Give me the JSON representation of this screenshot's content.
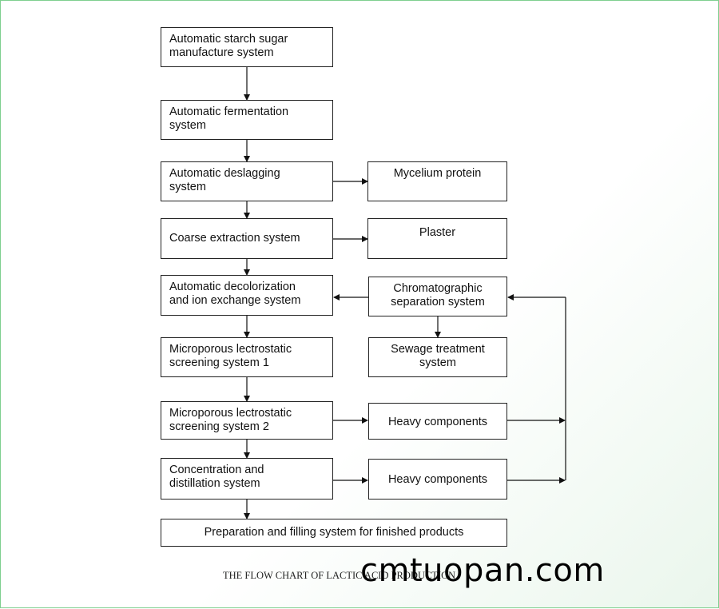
{
  "flowchart": {
    "nodes": {
      "starch": "Automatic starch sugar\n  manufacture system",
      "fermentation": "Automatic fermentation\nsystem",
      "deslagging": "Automatic deslagging\nsystem",
      "mycelium": "Mycelium protein",
      "coarse": "Coarse extraction system",
      "plaster": "Plaster",
      "decolorization": "Automatic decolorization\nand ion exchange system",
      "chromatographic": "Chromatographic\nseparation system",
      "micro1": "Microporous lectrostatic\nscreening system 1",
      "sewage": "Sewage treatment\nsystem",
      "micro2": "Microporous lectrostatic\nscreening system 2",
      "heavy1": "Heavy components",
      "concentration": "Concentration and\ndistillation system",
      "heavy2": "Heavy components",
      "preparation": "Preparation and filling system for finished products"
    },
    "caption": "THE FLOW CHART OF LACTIC ACID PRODUCTION"
  },
  "watermark": "cmtuopan.com"
}
